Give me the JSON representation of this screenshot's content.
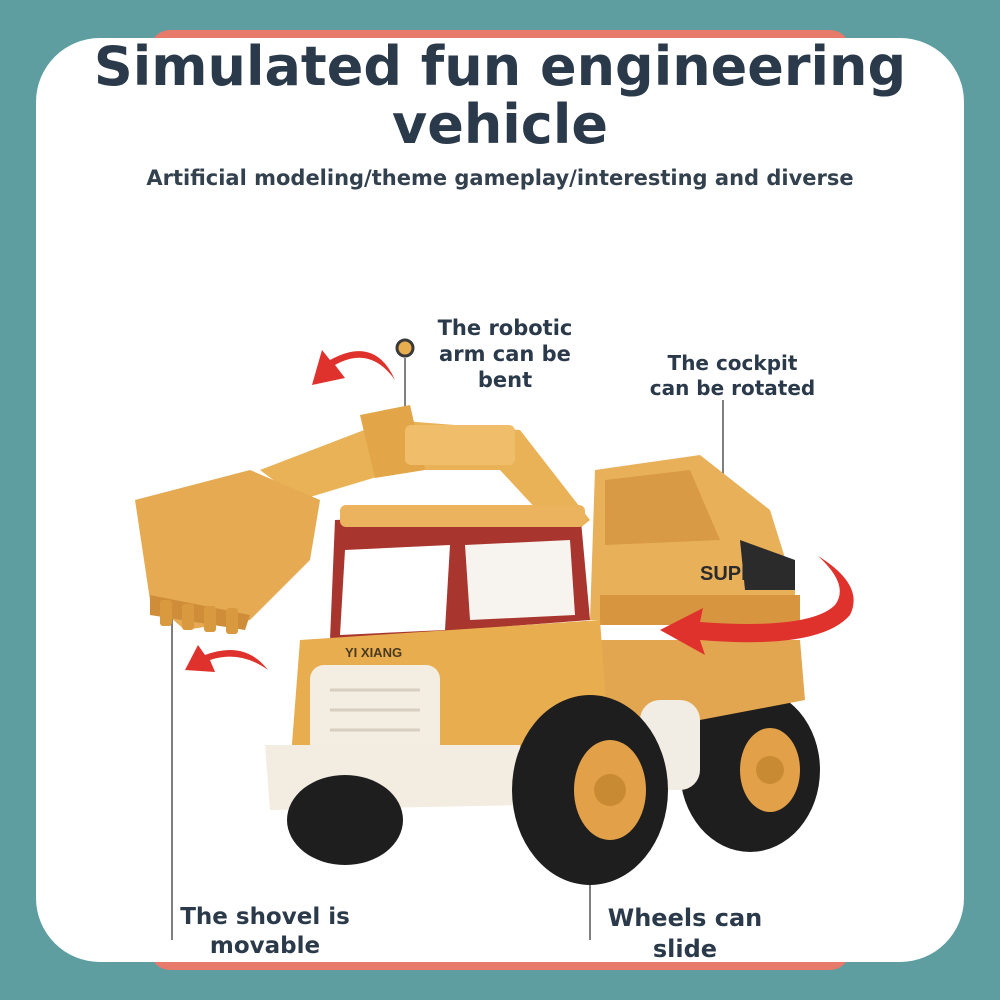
{
  "heading": {
    "line1": "Simulated fun engineering",
    "line2": "vehicle",
    "subtitle": "Artificial modeling/theme gameplay/interesting and diverse"
  },
  "callouts": {
    "arm": {
      "line1": "The robotic",
      "line2": "arm can be",
      "line3": "bent"
    },
    "cockpit": {
      "line1": "The cockpit",
      "line2": "can be rotated"
    },
    "shovel": {
      "line1": "The shovel is",
      "line2": "movable"
    },
    "wheels": {
      "line1": "Wheels can",
      "line2": "slide"
    }
  },
  "vehicle": {
    "brand_label": "YI XIANG",
    "model_label": "SUPER"
  },
  "colors": {
    "background_teal": "#5f9ea0",
    "accent_coral": "#e87a6c",
    "text_dark": "#2b3a4a",
    "arrow_red": "#e0322c",
    "body_yellow": "#e8ad4f",
    "tire_black": "#1e1e1e",
    "cab_red": "#a8352e"
  }
}
